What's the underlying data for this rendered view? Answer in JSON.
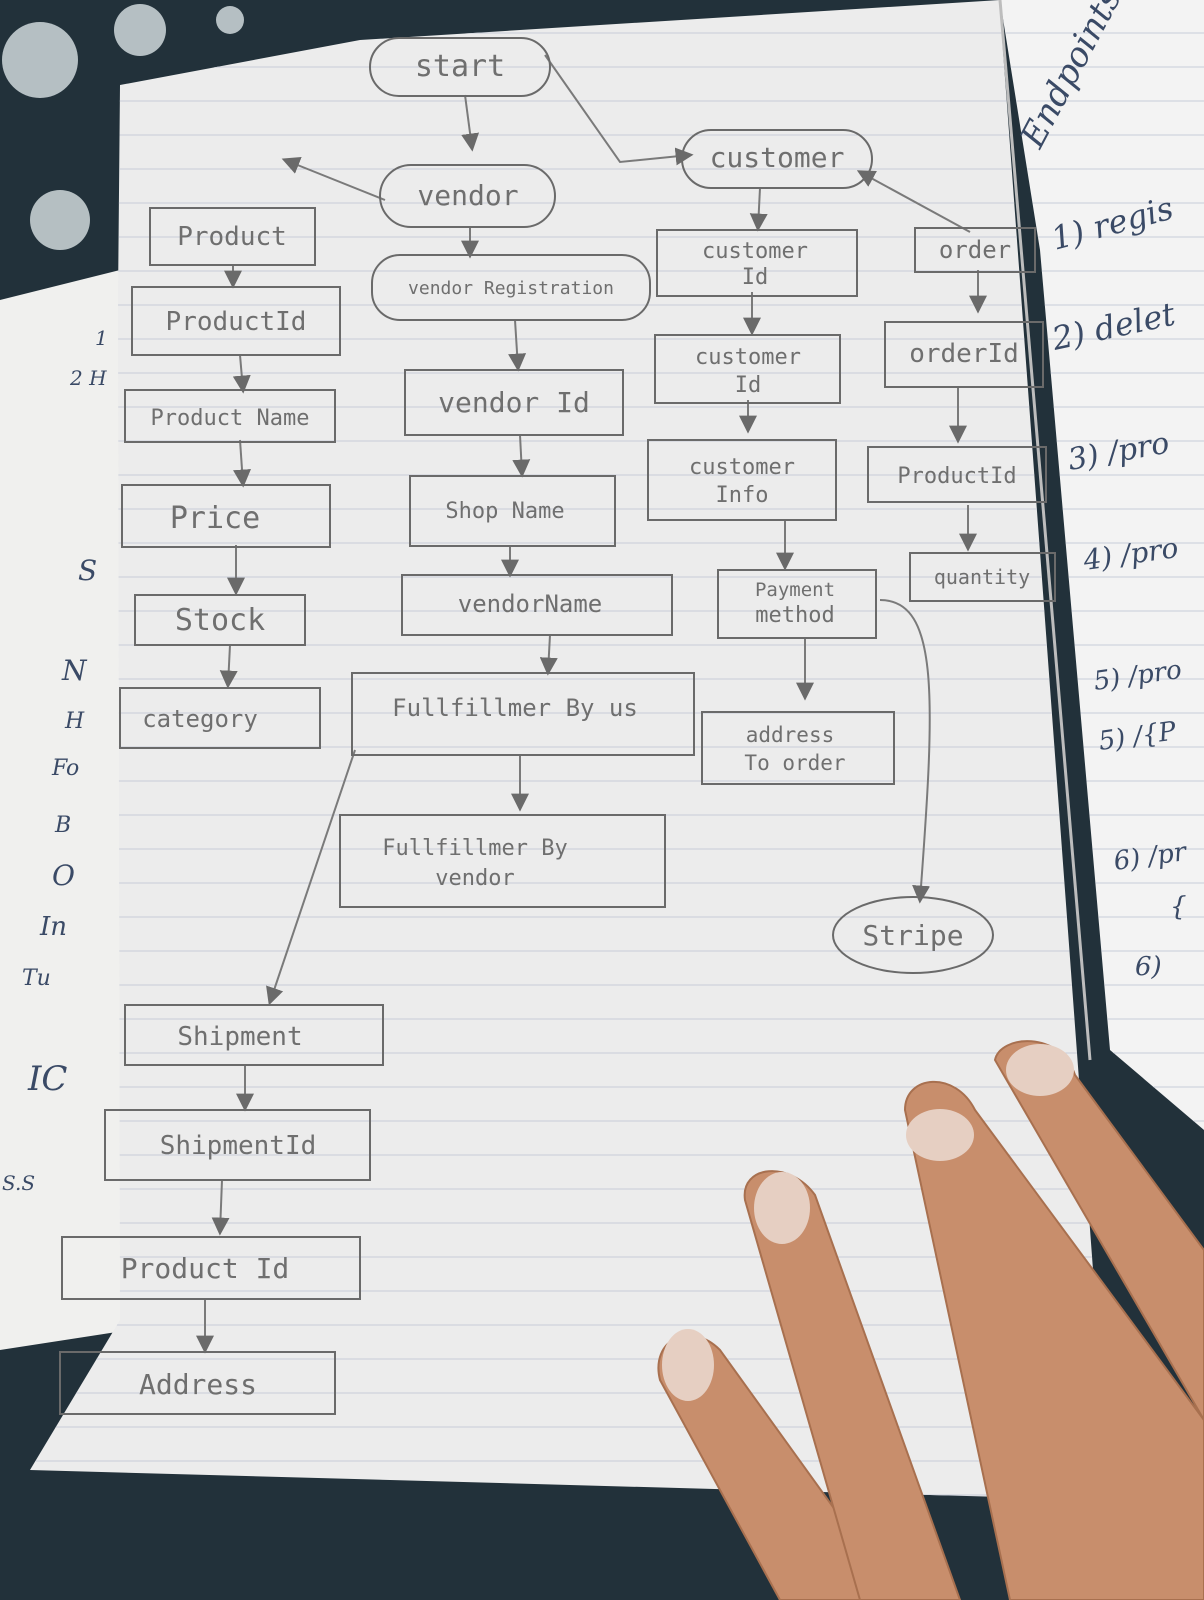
{
  "flowchart": {
    "nodes": {
      "start": "start",
      "vendor": "vendor",
      "customer": "customer",
      "product": "Product",
      "product_id": "ProductId",
      "product_name": "Product Name",
      "price": "Price",
      "stock": "Stock",
      "category": "category",
      "vendor_registration": "vendor Registration",
      "vendor_id": "vendor Id",
      "shop_name": "Shop Name",
      "vendor_name": "vendorName",
      "fulfillment_by_us": "Fullfillmer By us",
      "fulfillment_by_vendor": [
        "Fullfillmer By",
        "vendor"
      ],
      "customer_id_1": [
        "customer",
        "Id"
      ],
      "customer_id_2": [
        "customer",
        "Id"
      ],
      "customer_info": [
        "customer",
        "Info"
      ],
      "payment_method": [
        "Payment",
        "method"
      ],
      "address_to_order": [
        "address",
        "To order"
      ],
      "order": "order",
      "order_id": "orderId",
      "order_product_id": "ProductId",
      "quantity": "quantity",
      "stripe": "Stripe",
      "shipment": "Shipment",
      "shipment_id": "ShipmentId",
      "shipment_product_id": "Product Id",
      "address": "Address"
    }
  },
  "right_page": {
    "title": "Endpoints",
    "items": [
      "1) regis",
      "2) delet",
      "3) /pro",
      "4) /pro",
      "5) /pro",
      "5) /{P",
      "6) /pr",
      "{",
      "6)"
    ]
  },
  "left_margin": {
    "fragments": [
      "1",
      "2 H",
      "S",
      "N",
      "H",
      "Fo",
      "B",
      "O",
      "In",
      "Tu",
      "IC",
      "S.S"
    ]
  }
}
